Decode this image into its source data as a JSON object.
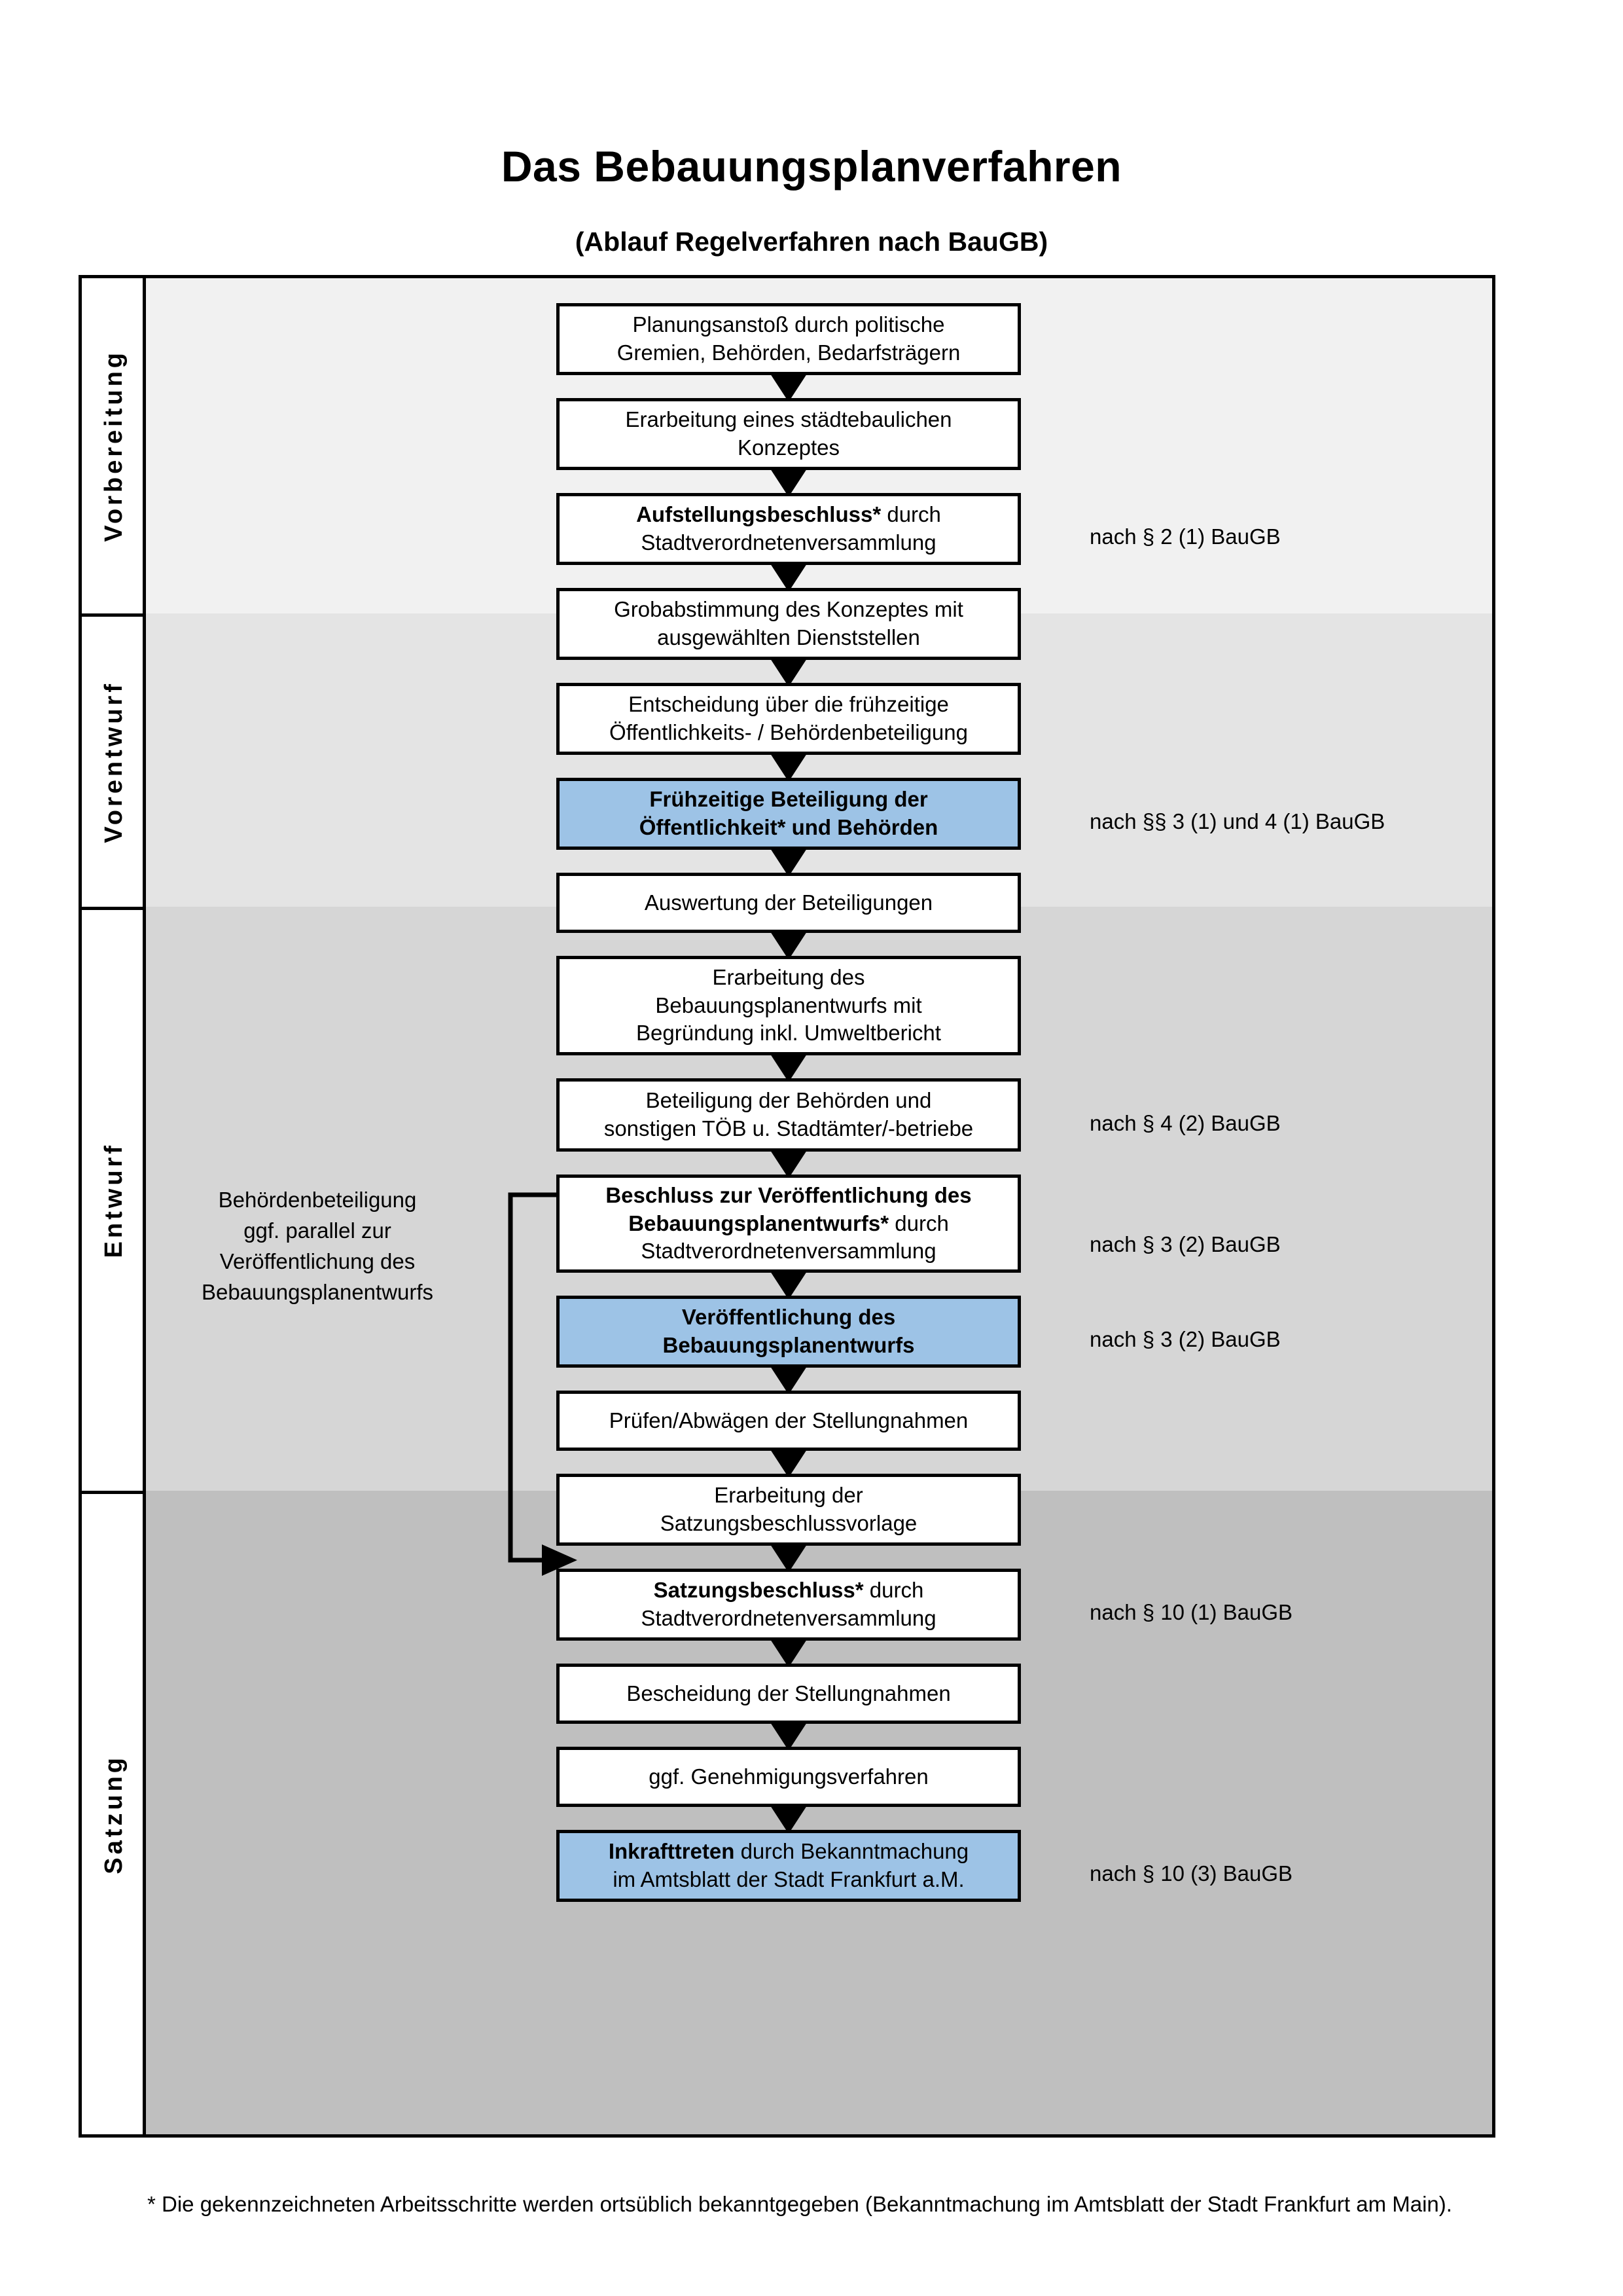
{
  "header": {
    "title": "Das Bebauungsplanverfahren",
    "subtitle": "(Ablauf Regelverfahren nach BauGB)"
  },
  "colors": {
    "highlight_fill": "#9DC3E6",
    "band_vorbereitung": "#F1F1F1",
    "band_vorentwurf": "#E4E4E4",
    "band_entwurf": "#D6D6D6",
    "band_satzung": "#BFBFBF",
    "outline": "#000000"
  },
  "phases": [
    {
      "label": "Vorbereitung",
      "band_color": "#F1F1F1"
    },
    {
      "label": "Vorentwurf",
      "band_color": "#E4E4E4"
    },
    {
      "label": "Entwurf",
      "band_color": "#D6D6D6"
    },
    {
      "label": "Satzung",
      "band_color": "#BFBFBF"
    }
  ],
  "steps": [
    {
      "id": 1,
      "phase": "Vorbereitung",
      "highlight": false,
      "lines": [
        {
          "text": "Planungsanstoß durch politische",
          "bold": false
        },
        {
          "text": "Gremien, Behörden, Bedarfsträgern",
          "bold": false
        }
      ]
    },
    {
      "id": 2,
      "phase": "Vorbereitung",
      "highlight": false,
      "lines": [
        {
          "text": "Erarbeitung eines städtebaulichen",
          "bold": false
        },
        {
          "text": "Konzeptes",
          "bold": false
        }
      ]
    },
    {
      "id": 3,
      "phase": "Vorbereitung",
      "highlight": false,
      "lines": [
        {
          "text": "Aufstellungsbeschluss*",
          "bold": true,
          "suffix": " durch"
        },
        {
          "text": "Stadtverordnetenversammlung",
          "bold": false
        }
      ]
    },
    {
      "id": 4,
      "phase": "Vorentwurf",
      "highlight": false,
      "lines": [
        {
          "text": "Grobabstimmung des Konzeptes mit",
          "bold": false
        },
        {
          "text": "ausgewählten Dienststellen",
          "bold": false
        }
      ]
    },
    {
      "id": 5,
      "phase": "Vorentwurf",
      "highlight": false,
      "lines": [
        {
          "text": "Entscheidung über die frühzeitige",
          "bold": false
        },
        {
          "text": "Öffentlichkeits- / Behördenbeteiligung",
          "bold": false
        }
      ]
    },
    {
      "id": 6,
      "phase": "Vorentwurf",
      "highlight": true,
      "lines": [
        {
          "text": "Frühzeitige Beteiligung der",
          "bold": true
        },
        {
          "text": "Öffentlichkeit* und Behörden",
          "bold": true
        }
      ]
    },
    {
      "id": 7,
      "phase": "Entwurf",
      "highlight": false,
      "lines": [
        {
          "text": "Auswertung der Beteiligungen",
          "bold": false
        }
      ]
    },
    {
      "id": 8,
      "phase": "Entwurf",
      "highlight": false,
      "lines": [
        {
          "text": "Erarbeitung des",
          "bold": false
        },
        {
          "text": "Bebauungsplanentwurfs mit",
          "bold": false
        },
        {
          "text": "Begründung inkl. Umweltbericht",
          "bold": false
        }
      ]
    },
    {
      "id": 9,
      "phase": "Entwurf",
      "highlight": false,
      "lines": [
        {
          "text": "Beteiligung der Behörden und",
          "bold": false
        },
        {
          "text": "sonstigen TÖB u. Stadtämter/-betriebe",
          "bold": false
        }
      ]
    },
    {
      "id": 10,
      "phase": "Entwurf",
      "highlight": false,
      "lines": [
        {
          "text": "Beschluss zur Veröffentlichung des",
          "bold": true
        },
        {
          "text": "Bebauungsplanentwurfs*",
          "bold": true,
          "suffix": " durch"
        },
        {
          "text": "Stadtverordnetenversammlung",
          "bold": false
        }
      ]
    },
    {
      "id": 11,
      "phase": "Entwurf",
      "highlight": true,
      "lines": [
        {
          "text": "Veröffentlichung des",
          "bold": true
        },
        {
          "text": "Bebauungsplanentwurfs",
          "bold": true
        }
      ]
    },
    {
      "id": 12,
      "phase": "Satzung",
      "highlight": false,
      "lines": [
        {
          "text": "Prüfen/Abwägen der Stellungnahmen",
          "bold": false
        }
      ]
    },
    {
      "id": 13,
      "phase": "Satzung",
      "highlight": false,
      "lines": [
        {
          "text": "Erarbeitung der",
          "bold": false
        },
        {
          "text": "Satzungsbeschlussvorlage",
          "bold": false
        }
      ]
    },
    {
      "id": 14,
      "phase": "Satzung",
      "highlight": false,
      "lines": [
        {
          "text": "Satzungsbeschluss*",
          "bold": true,
          "suffix": " durch"
        },
        {
          "text": "Stadtverordnetenversammlung",
          "bold": false
        }
      ]
    },
    {
      "id": 15,
      "phase": "Satzung",
      "highlight": false,
      "lines": [
        {
          "text": "Bescheidung der Stellungnahmen",
          "bold": false
        }
      ]
    },
    {
      "id": 16,
      "phase": "Satzung",
      "highlight": false,
      "lines": [
        {
          "text": "ggf. Genehmigungsverfahren",
          "bold": false
        }
      ]
    },
    {
      "id": 17,
      "phase": "Satzung",
      "highlight": true,
      "lines": [
        {
          "text": "Inkrafttreten",
          "bold": true,
          "suffix": " durch Bekanntmachung"
        },
        {
          "text": "im Amtsblatt der Stadt Frankfurt a.M.",
          "bold": false
        }
      ]
    }
  ],
  "annotations": [
    {
      "for_step": 3,
      "text": "nach § 2 (1) BauGB"
    },
    {
      "for_step": 6,
      "text": "nach §§ 3 (1) und 4 (1) BauGB"
    },
    {
      "for_step": 9,
      "text": "nach § 4 (2) BauGB"
    },
    {
      "for_step": 10,
      "text": "nach § 3 (2) BauGB"
    },
    {
      "for_step": 11,
      "text": "nach § 3 (2) BauGB"
    },
    {
      "for_step": 14,
      "text": "nach § 10 (1) BauGB"
    },
    {
      "for_step": 17,
      "text": "nach § 10 (3) BauGB"
    }
  ],
  "side_note": {
    "lines": [
      "Behördenbeteiligung",
      "ggf. parallel zur",
      "Veröffentlichung des",
      "Bebauungsplanentwurfs"
    ]
  },
  "footnote": {
    "text": "* Die gekennzeichneten Arbeitsschritte werden ortsüblich bekanntgegeben (Bekanntmachung im Amtsblatt  der Stadt Frankfurt am Main)."
  }
}
